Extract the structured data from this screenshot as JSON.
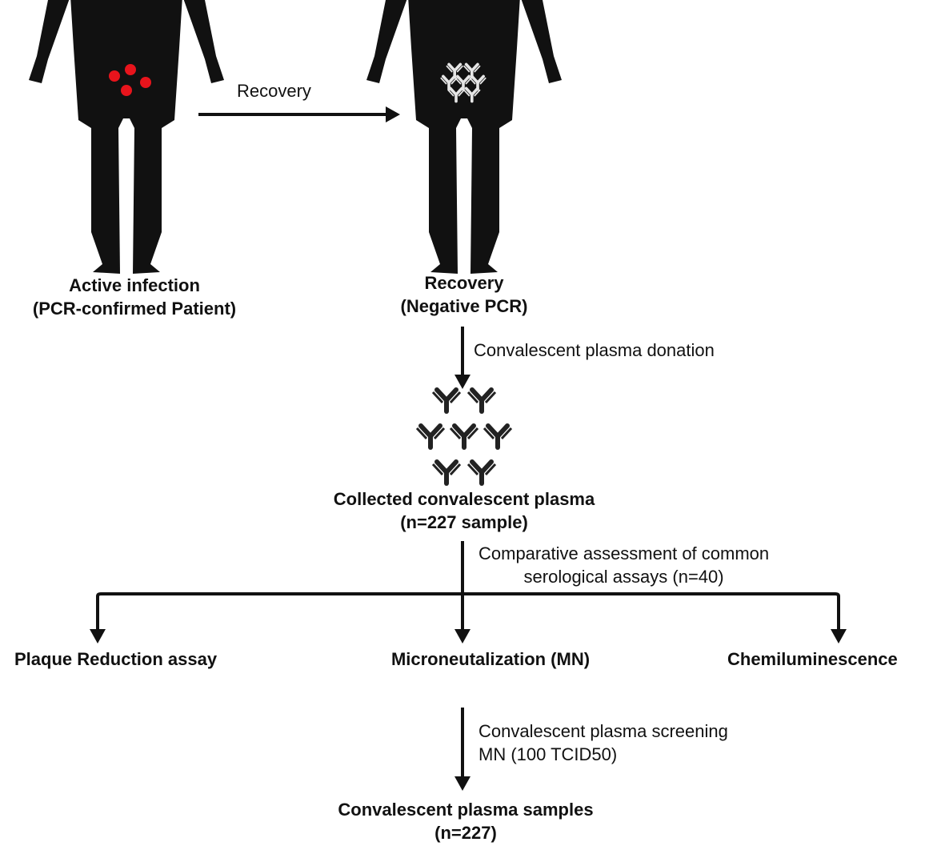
{
  "arrow_recovery": "Recovery",
  "active": {
    "line1": "Active infection",
    "line2": "(PCR-confirmed Patient)"
  },
  "recovered": {
    "line1": "Recovery",
    "line2": "(Negative PCR)"
  },
  "donation": "Convalescent  plasma  donation",
  "collected": {
    "line1": "Collected convalescent plasma",
    "line2": "(n=227 sample)"
  },
  "comparative": {
    "line1": "Comparative assessment of common",
    "line2": "serological assays (n=40)"
  },
  "assays": {
    "plaque": "Plaque Reduction assay",
    "mn": "Microneutalization (MN)",
    "chemi": "Chemiluminescence"
  },
  "screening": {
    "line1": "Convalescent  plasma  screening",
    "line2": "MN (100 TCID50)"
  },
  "final": {
    "line1": "Convalescent plasma samples",
    "line2": "(n=227)"
  },
  "colors": {
    "virus": "#e8141c",
    "antibody_dark": "#222222",
    "antibody_light": "#e6e6e6",
    "silhouette": "#111111"
  }
}
